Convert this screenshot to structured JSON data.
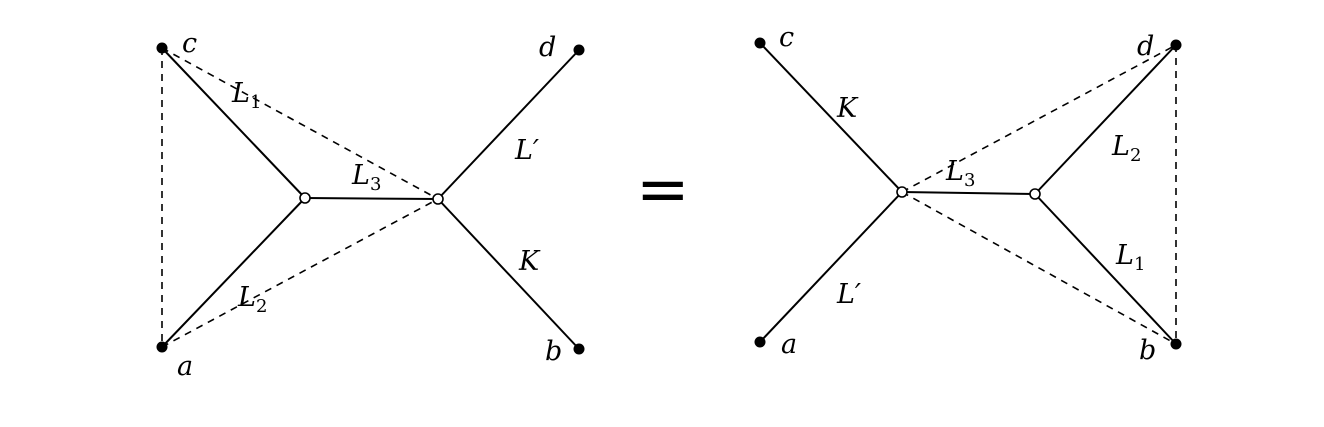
{
  "equals_sign": "=",
  "left_diagram": {
    "vertices": {
      "c": "c",
      "d": "d",
      "a": "a",
      "b": "b"
    },
    "edges": {
      "l1": "L",
      "l1_sub": "1",
      "l2": "L",
      "l2_sub": "2",
      "l3": "L",
      "l3_sub": "3",
      "lprime": "L′",
      "k": "K"
    }
  },
  "right_diagram": {
    "vertices": {
      "c": "c",
      "d": "d",
      "a": "a",
      "b": "b"
    },
    "edges": {
      "k": "K",
      "l3": "L",
      "l3_sub": "3",
      "l2": "L",
      "l2_sub": "2",
      "l1": "L",
      "l1_sub": "1",
      "lprime": "L′"
    }
  }
}
